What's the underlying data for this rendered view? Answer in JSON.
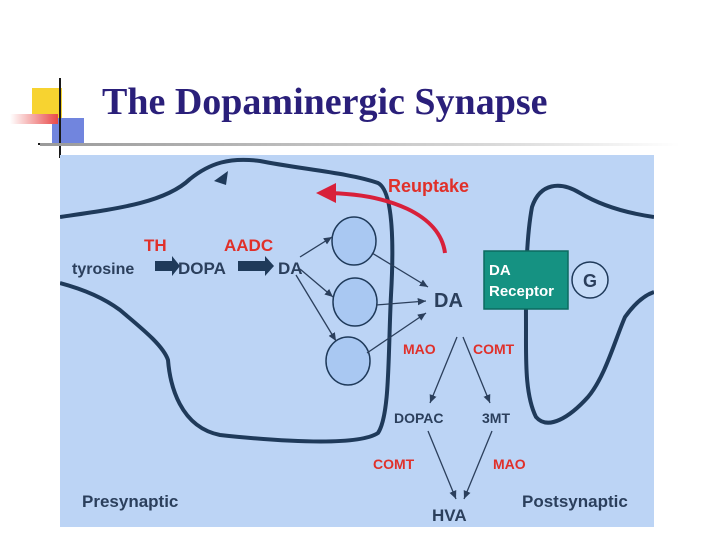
{
  "slide": {
    "title": "The Dopaminergic Synapse"
  },
  "diagram": {
    "enzymes": {
      "th": "TH",
      "aadc": "AADC"
    },
    "pathway": {
      "tyrosine": "tyrosine",
      "dopa": "DOPA",
      "da_presynaptic": "DA"
    },
    "reuptake": "Reuptake",
    "cleft_da": "DA",
    "receptor": {
      "line1": "DA",
      "line2": "Receptor",
      "g_protein": "G"
    },
    "metabolism": {
      "mao_top": "MAO",
      "comt_top": "COMT",
      "dopac": "DOPAC",
      "three_mt": "3MT",
      "comt_bottom": "COMT",
      "mao_bottom": "MAO",
      "hva": "HVA"
    },
    "regions": {
      "presynaptic": "Presynaptic",
      "postsynaptic": "Postsynaptic"
    },
    "colors": {
      "background": "#bcd4f5",
      "membrane": "#1f3a5a",
      "enzyme_label": "#e0302a",
      "receptor_box": "#159282",
      "vesicle_fill": "#a9c8f2",
      "metabolite_label": "#2b3f5c",
      "title": "#2a1f7a"
    }
  }
}
